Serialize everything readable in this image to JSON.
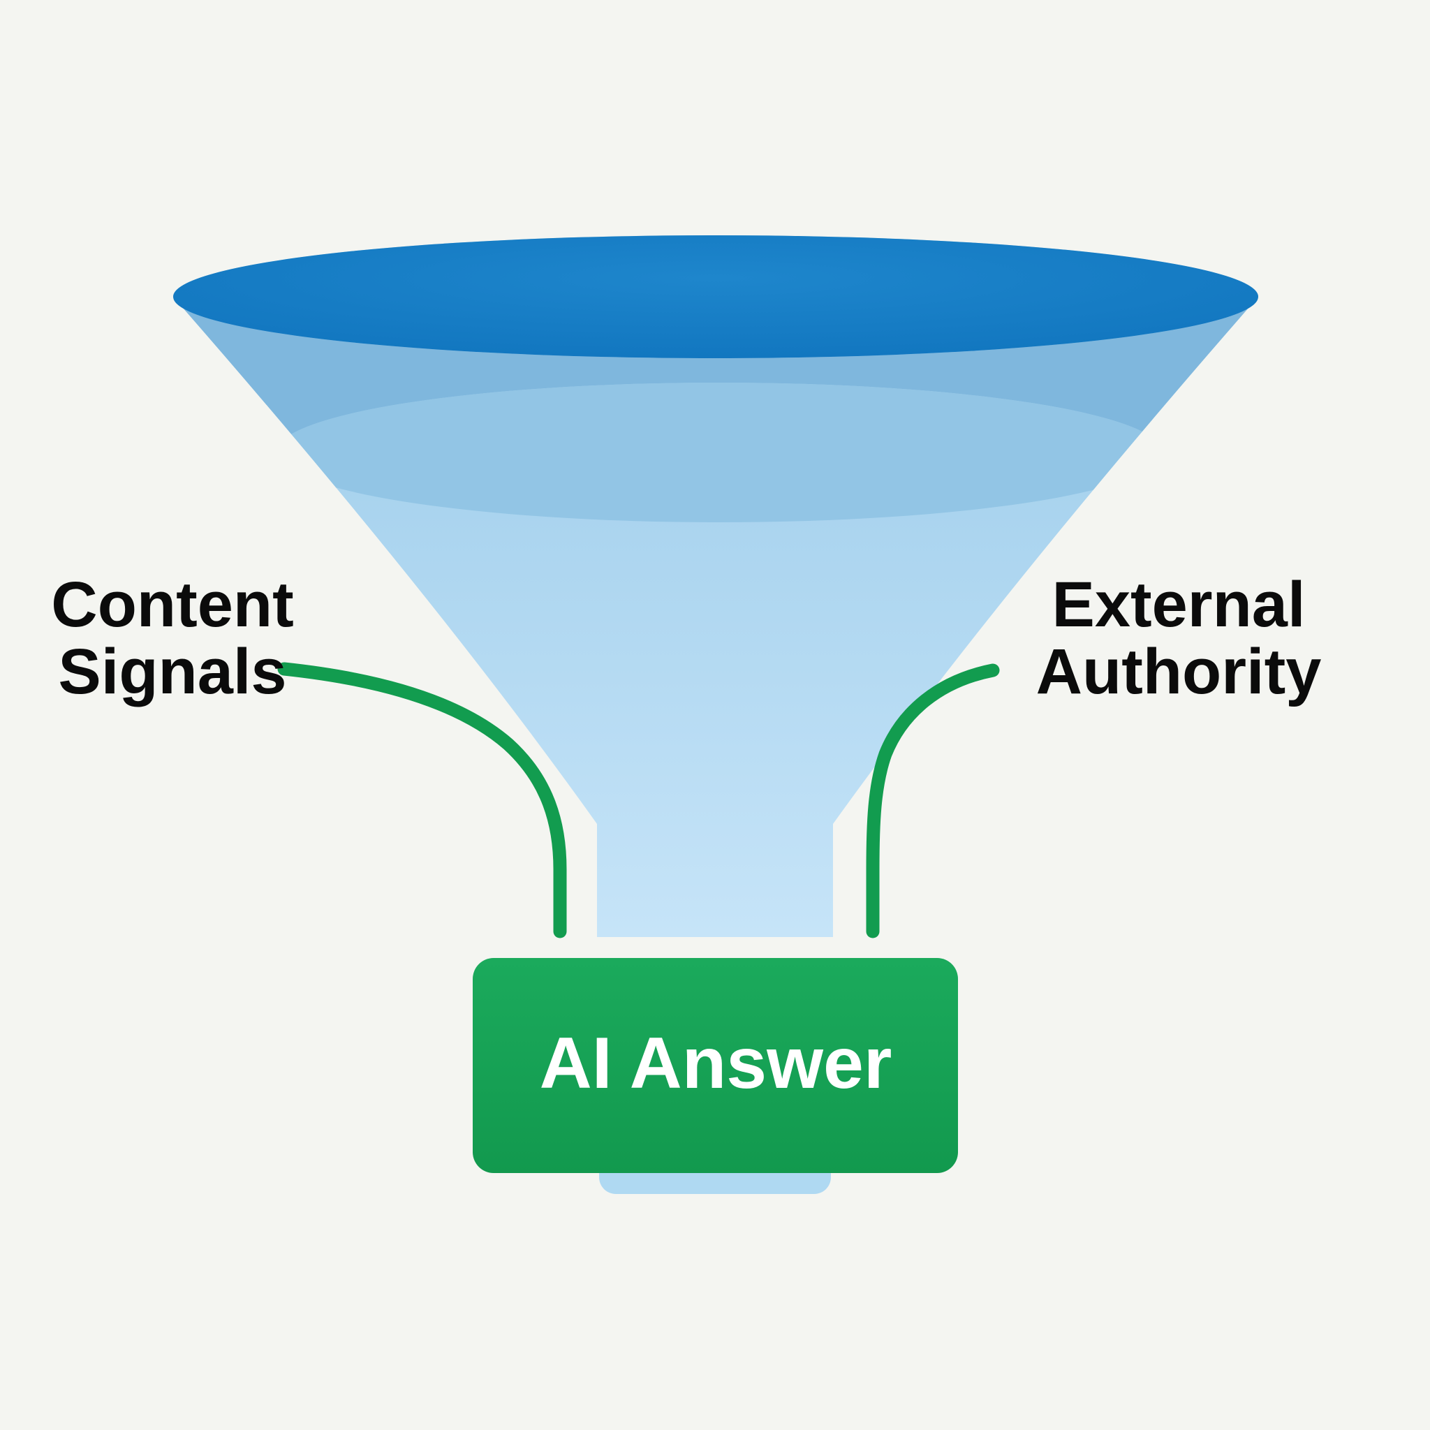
{
  "diagram": {
    "type": "funnel",
    "background_color": "#f4f5f1",
    "funnel": {
      "top_ellipse_color_outer": "#1e86cc",
      "top_ellipse_color_inner": "#0e72bc",
      "wall_color_top": "#9cccea",
      "wall_color_bottom": "#c6e4f8",
      "inner_band_color": "#7fb7dd",
      "surface_ellipse_color": "#92c5e5",
      "stem_tab_color": "#afd9f2"
    },
    "labels": {
      "left": {
        "line1": "Content",
        "line2": "Signals"
      },
      "right": {
        "line1": "External",
        "line2": "Authority"
      },
      "text_color": "#0b0b0b"
    },
    "connectors": {
      "color": "#129c4f"
    },
    "output_box": {
      "label": "AI Answer",
      "bg_color_top": "#1baa5c",
      "bg_color_bottom": "#12994e",
      "text_color": "#ffffff"
    }
  }
}
